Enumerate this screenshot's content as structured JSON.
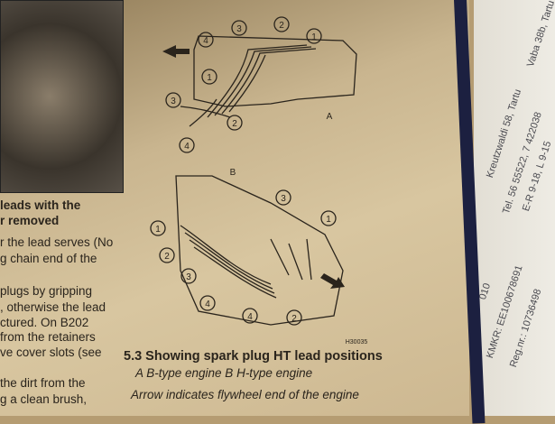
{
  "left_column": {
    "lines": [
      "leads with the",
      "r removed",
      "r the lead serves (No",
      "g chain end of the",
      "plugs by gripping",
      ", otherwise the lead",
      "ctured.  On  B202",
      "from the retainers",
      "ve cover slots (see",
      "the dirt from the",
      "g a clean brush,"
    ]
  },
  "figure": {
    "label_a": "A",
    "label_b": "B",
    "code": "H30035",
    "numbers_a": [
      "4",
      "3",
      "2",
      "1",
      "1",
      "3",
      "2",
      "4"
    ],
    "numbers_b": [
      "3",
      "1",
      "1",
      "2",
      "3",
      "4",
      "4",
      "2"
    ],
    "caption": "5.3 Showing spark plug HT lead positions",
    "subtitle1": "A B-type engine   B H-type engine",
    "subtitle2": "Arrow indicates flywheel end of the engine"
  },
  "receipt": {
    "lines": [
      "Kreutzwaldi 58, Tartu",
      "Tel. 56 55522, 7 422038",
      "E-R 9-18, L 9-15",
      "KMKR:  EE100678691",
      "Reg.nr.:  10736498",
      "Vaba 38b, Tartu",
      "010"
    ]
  }
}
